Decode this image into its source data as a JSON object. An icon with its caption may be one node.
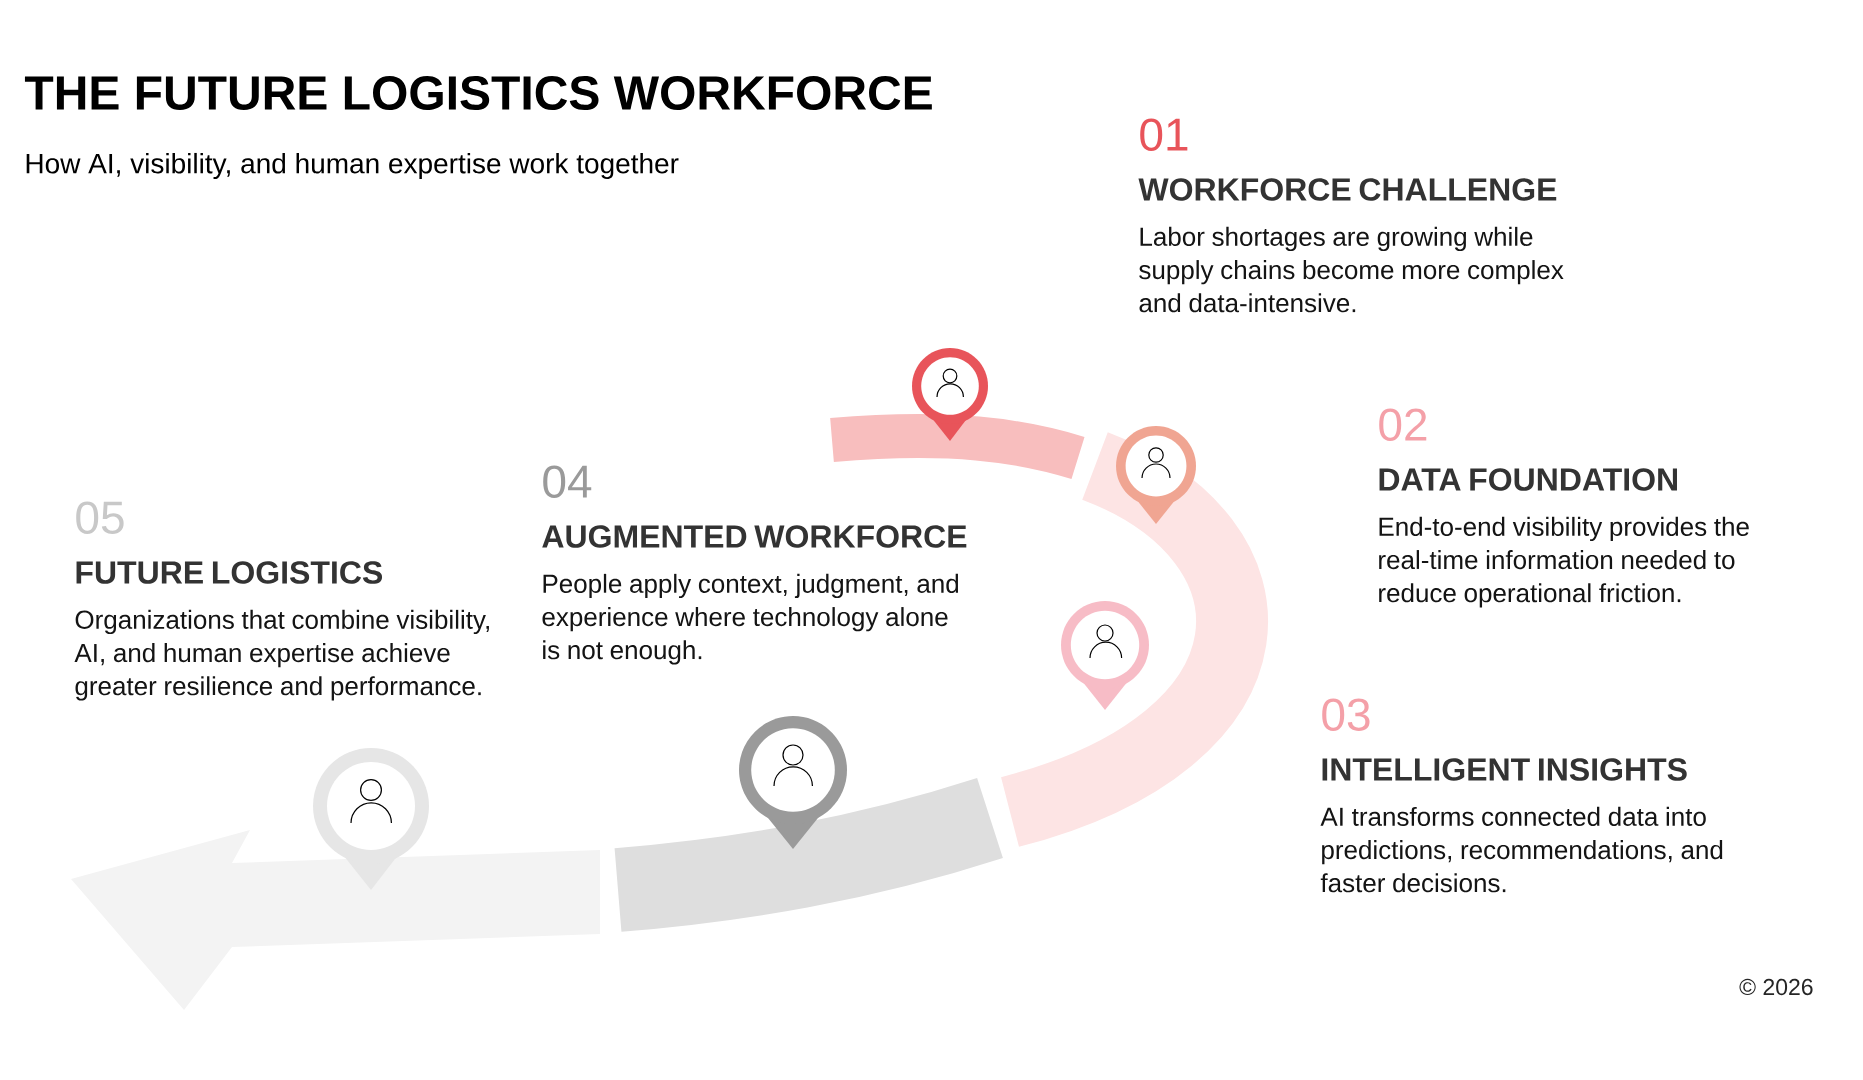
{
  "diagram": {
    "title": "THE FUTURE LOGISTICS WORKFORCE",
    "nodes": [
      {
        "text": [
          "01",
          "WORKFORCE CHALLENGE",
          "Labor shortages are growing while supply chains become more complex and data-intensive."
        ]
      },
      {
        "text": [
          "02",
          "DATA FOUNDATION",
          "End-to-end visibility provides the real-time information needed to reduce operational friction."
        ]
      },
      {
        "text": [
          "03",
          "INTELLIGENT INSIGHTS",
          "AI transforms connected data into predictions, recommendations, and faster decisions."
        ]
      },
      {
        "text": [
          "04",
          "AUGMENTED WORKFORCE",
          "People apply context, judgment, and experience where technology alone is not enough."
        ]
      },
      {
        "text": [
          "05",
          "FUTURE LOGISTICS",
          "Organizations that combine visibility, AI, and human expertise achieve greater resilience and performance."
        ]
      }
    ],
    "labels": [
      "How AI, visibility, and human expertise work together",
      "© 2026"
    ]
  }
}
